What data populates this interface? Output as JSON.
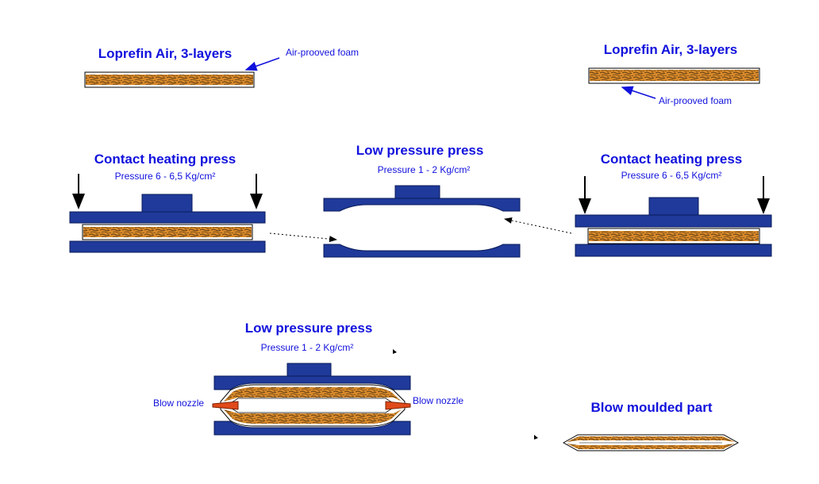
{
  "top_left": {
    "title": "Loprefin Air, 3-layers",
    "annotation": "Air-prooved foam"
  },
  "top_right": {
    "title": "Loprefin Air, 3-layers",
    "annotation": "Air-prooved foam"
  },
  "mid_left": {
    "title": "Contact heating press",
    "subtitle": "Pressure 6 - 6,5 Kg/cm²"
  },
  "mid_center": {
    "title": "Low pressure press",
    "subtitle": "Pressure 1 - 2 Kg/cm²"
  },
  "mid_right": {
    "title": "Contact heating press",
    "subtitle": "Pressure 6 - 6,5 Kg/cm²"
  },
  "bottom_left": {
    "title": "Low pressure press",
    "subtitle": "Pressure 1 - 2 Kg/cm²",
    "nozzle_left": "Blow nozzle",
    "nozzle_right": "Blow nozzle"
  },
  "bottom_right": {
    "title": "Blow moulded part"
  },
  "colors": {
    "press_blue": "#1f3a9a",
    "text_blue": "#1111dd",
    "foam_orange": "#d98a2b",
    "foam_dark": "#5a3a12"
  }
}
